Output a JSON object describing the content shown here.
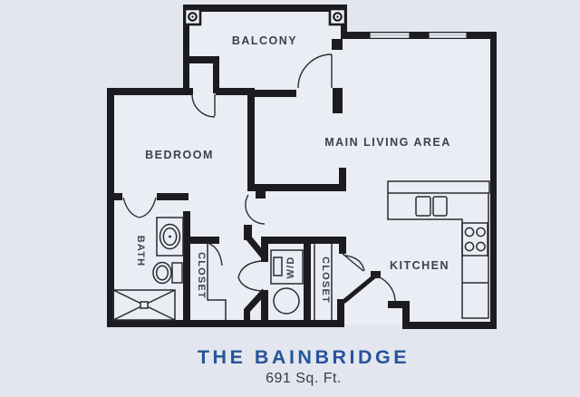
{
  "plan": {
    "rooms": {
      "balcony": "BALCONY",
      "bedroom": "BEDROOM",
      "main_living": "MAIN LIVING AREA",
      "bath": "BATH",
      "closet_left": "CLOSET",
      "closet_entry": "CLOSET",
      "washer_dryer": "W/D",
      "kitchen": "KITCHEN"
    },
    "title": "THE BAINBRIDGE",
    "area": "691 Sq. Ft.",
    "colors": {
      "background": "#e3e6ef",
      "floor": "#eaedf4",
      "wall": "#1c1c20",
      "title_blue": "#27549b",
      "subtitle_gray": "#3b3b45",
      "label_gray": "#3c414c",
      "window_fill": "#b9bfc9"
    }
  }
}
